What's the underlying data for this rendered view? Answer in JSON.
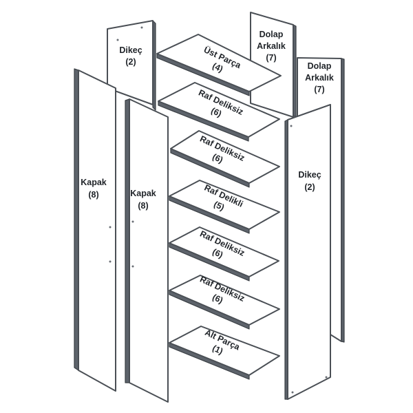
{
  "parts": {
    "top_piece": {
      "name": "Üst Parça",
      "qty": "(4)"
    },
    "shelf_a": {
      "name": "Raf Deliksiz",
      "qty": "(6)"
    },
    "shelf_b": {
      "name": "Raf Deliksiz",
      "qty": "(6)"
    },
    "shelf_holed": {
      "name": "Raf Delikli",
      "qty": "(5)"
    },
    "shelf_c": {
      "name": "Raf Deliksiz",
      "qty": "(6)"
    },
    "shelf_d": {
      "name": "Raf Deliksiz",
      "qty": "(6)"
    },
    "bottom_piece": {
      "name": "Alt Parça",
      "qty": "(1)"
    },
    "side_left": {
      "name": "Dikeç",
      "qty": "(2)"
    },
    "side_right": {
      "name": "Dikeç",
      "qty": "(2)"
    },
    "back_left": {
      "name_line1": "Dolap",
      "name_line2": "Arkalık",
      "qty": "(7)"
    },
    "back_right": {
      "name_line1": "Dolap",
      "name_line2": "Arkalık",
      "qty": "(7)"
    },
    "door_left": {
      "name": "Kapak",
      "qty": "(8)"
    },
    "door_right": {
      "name": "Kapak",
      "qty": "(8)"
    }
  },
  "colors": {
    "outline": "#4a4f55",
    "edge": "#5d636b",
    "text": "#1f2328"
  }
}
